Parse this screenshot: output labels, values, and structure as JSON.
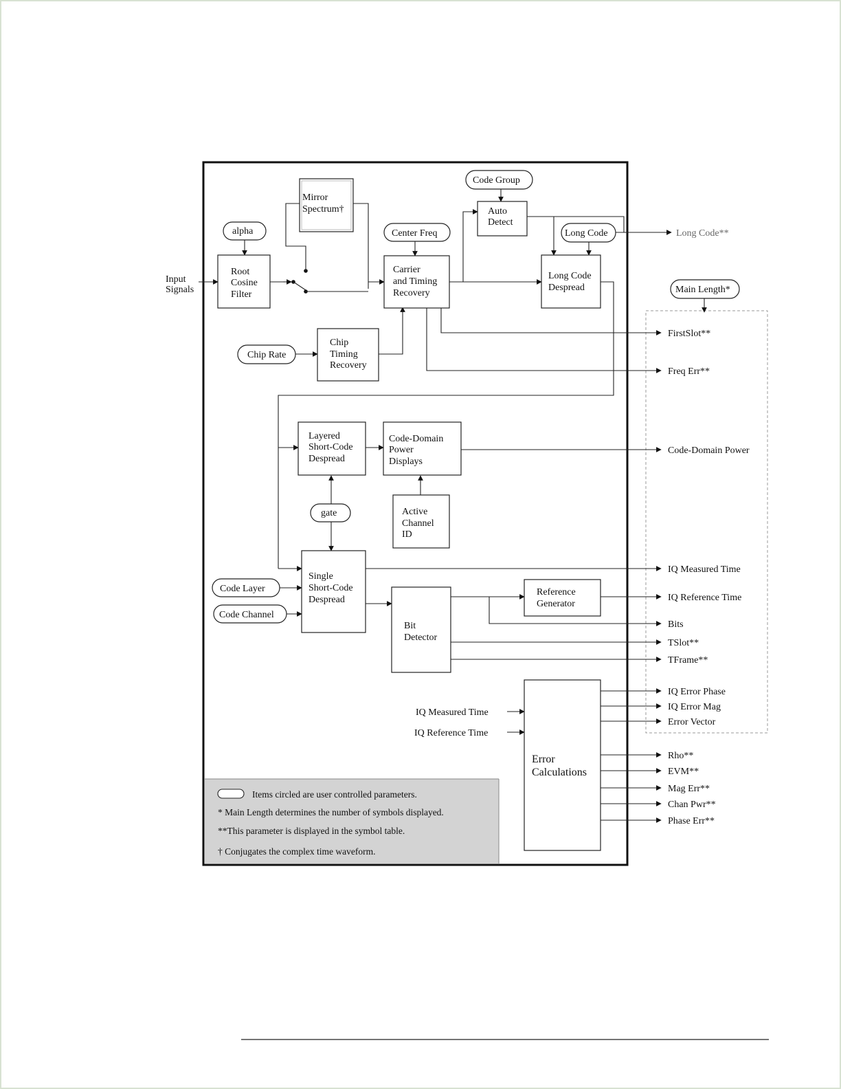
{
  "blocks": {
    "mirror_spectrum": [
      "Mirror",
      "Spectrum†"
    ],
    "auto_detect": [
      "Auto",
      "Detect"
    ],
    "root_cosine_filter": [
      "Root",
      "Cosine",
      "Filter"
    ],
    "carrier_timing_recovery": [
      "Carrier",
      "and Timing",
      "Recovery"
    ],
    "long_code_despread": [
      "Long Code",
      "Despread"
    ],
    "chip_timing_recovery": [
      "Chip",
      "Timing",
      "Recovery"
    ],
    "layered_short_code_despread": [
      "Layered",
      "Short-Code",
      "Despread"
    ],
    "code_domain_power_displays": [
      "Code-Domain",
      "Power",
      "Displays"
    ],
    "active_channel_id": [
      "Active",
      "Channel",
      "ID"
    ],
    "single_short_code_despread": [
      "Single",
      "Short-Code",
      "Despread"
    ],
    "bit_detector": [
      "Bit",
      "Detector"
    ],
    "reference_generator": [
      "Reference",
      "Generator"
    ],
    "error_calculations": [
      "Error",
      "Calculations"
    ]
  },
  "params": {
    "code_group": "Code Group",
    "alpha": "alpha",
    "center_freq": "Center Freq",
    "long_code": "Long Code",
    "main_length": "Main Length*",
    "chip_rate": "Chip Rate",
    "gate": "gate",
    "code_layer": "Code Layer",
    "code_channel": "Code Channel"
  },
  "inputs": {
    "input_signals": [
      "Input",
      "Signals"
    ],
    "iq_measured_time_in": "IQ Measured Time",
    "iq_reference_time_in": "IQ Reference Time"
  },
  "outputs": {
    "long_code": "Long Code**",
    "first_slot": "FirstSlot**",
    "freq_err": "Freq Err**",
    "code_domain_power": "Code-Domain Power",
    "iq_measured_time": "IQ Measured Time",
    "iq_reference_time": "IQ Reference Time",
    "bits": "Bits",
    "tslot": "TSlot**",
    "tframe": "TFrame**",
    "iq_error_phase": "IQ Error Phase",
    "iq_error_mag": "IQ Error Mag",
    "error_vector": "Error Vector",
    "rho": "Rho**",
    "evm": "EVM**",
    "mag_err": "Mag Err**",
    "chan_pwr": "Chan Pwr**",
    "phase_err": "Phase Err**"
  },
  "legend": {
    "circled": "Items circled are user controlled parameters.",
    "main_length": "* Main Length determines the number of symbols displayed.",
    "symbol_table": "**This parameter is displayed in the symbol table.",
    "conjugates": "† Conjugates the complex time waveform."
  },
  "colors": {
    "page_border": "#d8e2d2",
    "legend_fill": "#d3d3d3",
    "dashed_group": "#999999"
  }
}
